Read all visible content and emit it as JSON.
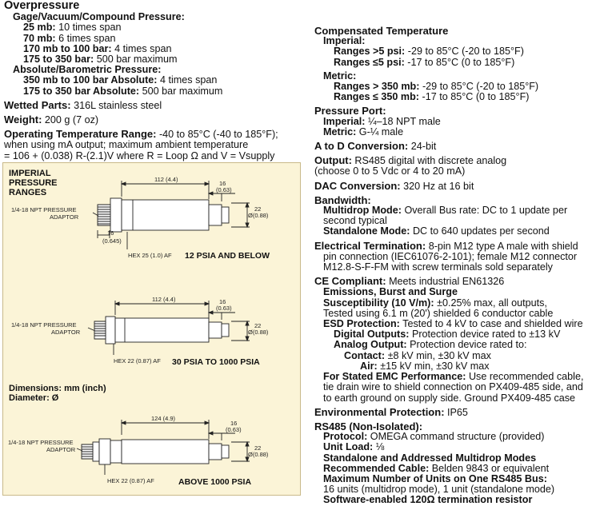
{
  "left": {
    "overpressure_heading": "Overpressure",
    "gage_heading": "Gage/Vacuum/Compound Pressure:",
    "gage": [
      {
        "range": "25 mb:",
        "value": "10 times span"
      },
      {
        "range": "70 mb:",
        "value": "6 times span"
      },
      {
        "range": "170 mb to 100 bar:",
        "value": "4 times span"
      },
      {
        "range": "175 to 350 bar:",
        "value": "500 bar maximum"
      }
    ],
    "abs_heading": "Absolute/Barometric Pressure:",
    "abs": [
      {
        "range": "350 mb to 100 bar Absolute:",
        "value": "4 times span"
      },
      {
        "range": "175 to 350 bar Absolute:",
        "value": "500 bar maximum"
      }
    ],
    "wetted_label": "Wetted Parts:",
    "wetted_value": "316L stainless steel",
    "weight_label": "Weight:",
    "weight_value": "200 g (7 oz)",
    "optemp_label": "Operating Temperature Range:",
    "optemp_value": "-40 to 85°C (-40 to 185°F);",
    "optemp_line2": "when using mA output; maximum ambient temperature",
    "optemp_line3": "= 106 + (0.038) R-(2.1)V where R = Loop Ω and V = Vsupply"
  },
  "panel": {
    "title_l1": "IMPERIAL",
    "title_l2": "PRESSURE",
    "title_l3": "RANGES",
    "dims_l1": "Dimensions: mm (inch)",
    "dims_l2": "Diameter: Ø",
    "d1": {
      "len": "112 (4.4)",
      "end": "16",
      "end2": "(0.63)",
      "dia": "22",
      "dia2": "Ø(0.88)",
      "adaptor1": "1/4-18 NPT PRESSURE",
      "adaptor2": "ADAPTOR",
      "thr": "16",
      "thr2": "(0.645)",
      "hex": "HEX 25 (1.0) AF",
      "label": "12 PSIA AND BELOW"
    },
    "d2": {
      "len": "112 (4.4)",
      "end": "16",
      "end2": "(0.63)",
      "dia": "22",
      "dia2": "Ø(0.88)",
      "adaptor1": "1/4-18 NPT PRESSURE",
      "adaptor2": "ADAPTOR",
      "hex": "HEX 22 (0.87) AF",
      "label": "30 PSIA TO 1000 PSIA"
    },
    "d3": {
      "len": "124 (4.9)",
      "end": "16",
      "end2": "(0.63)",
      "dia": "22",
      "dia2": "Ø(0.88)",
      "adaptor1": "1/4-18 NPT PRESSURE",
      "adaptor2": "ADAPTOR",
      "hex": "HEX 22 (0.87) AF",
      "label": "ABOVE 1000 PSIA"
    }
  },
  "right": {
    "comp_heading": "Compensated Temperature",
    "imperial_heading": "Imperial:",
    "imperial": [
      {
        "range": "Ranges >5 psi:",
        "value": "-29 to 85°C (-20 to 185°F)"
      },
      {
        "range": "Ranges ≤5 psi:",
        "value": "-17 to 85°C (0 to 185°F)"
      }
    ],
    "metric_heading": "Metric:",
    "metric": [
      {
        "range": "Ranges > 350 mb:",
        "value": "-29 to 85°C (-20 to 185°F)"
      },
      {
        "range": "Ranges ≤ 350 mb:",
        "value": "-17 to 85°C (0 to 185°F)"
      }
    ],
    "port_heading": "Pressure Port:",
    "port_imperial_label": "Imperial:",
    "port_imperial_value": "¼–18 NPT male",
    "port_metric_label": "Metric:",
    "port_metric_value": "G-¼ male",
    "atod_label": "A to D Conversion:",
    "atod_value": "24-bit",
    "output_label": "Output:",
    "output_value": "RS485 digital with discrete analog",
    "output_line2": "(choose 0 to 5 Vdc or 4 to 20 mA)",
    "dac_label": "DAC Conversion:",
    "dac_value": "320 Hz at 16 bit",
    "bw_heading": "Bandwidth:",
    "multidrop_label": "Multidrop Mode:",
    "multidrop_value": "Overall Bus rate: DC to 1 update per",
    "multidrop_line2": "second typical",
    "standalone_label": "Standalone Mode:",
    "standalone_value": "DC to 640 updates per second",
    "elec_label": "Electrical Termination:",
    "elec_value": "8-pin M12 type A male with shield",
    "elec_line2": "pin connection (IEC61076-2-101); female M12 connector",
    "elec_line3": "M12.8-S-F-FM with screw terminals sold separately",
    "ce_label": "CE Compliant:",
    "ce_value": "Meets industrial EN61326",
    "emissions_heading": "Emissions, Burst and Surge",
    "susc_label": "Susceptibility (10 V/m):",
    "susc_value": "±0.25% max, all outputs,",
    "susc_line2": "Tested using 6.1 m (20') shielded 6 conductor cable",
    "esd_label": "ESD Protection:",
    "esd_value": "Tested to 4 kV to case and shielded wire",
    "digout_label": "Digital Outputs:",
    "digout_value": "Protection device rated to ±13 kV",
    "anaout_label": "Analog Output:",
    "anaout_value": "Protection device rated to:",
    "contact_label": "Contact:",
    "contact_value": "±8 kV min, ±30 kV max",
    "air_label": "Air:",
    "air_value": "±15 kV min, ±30 kV max",
    "emc_label": "For Stated EMC Performance:",
    "emc_value": "Use recommended cable,",
    "emc_line2": "tie drain wire to shield connection on PX409-485 side, and",
    "emc_line3": "to earth ground on supply side. Ground PX409-485 case",
    "env_label": "Environmental Protection:",
    "env_value": "IP65",
    "rs485_heading": "RS485 (Non-Isolated):",
    "protocol_label": "Protocol:",
    "protocol_value": "OMEGA command structure (provided)",
    "unitload_label": "Unit Load:",
    "unitload_value": "⅛",
    "standalone_addr": "Standalone and Addressed Multidrop Modes",
    "reccable_label": "Recommended Cable:",
    "reccable_value": "Belden 9843 or equivalent",
    "maxunits_label": "Maximum Number of Units on One RS485 Bus:",
    "maxunits_value": "16 units (multidrop mode), 1 unit (standalone mode)",
    "term_label": "Software-enabled 120Ω termination resistor"
  }
}
